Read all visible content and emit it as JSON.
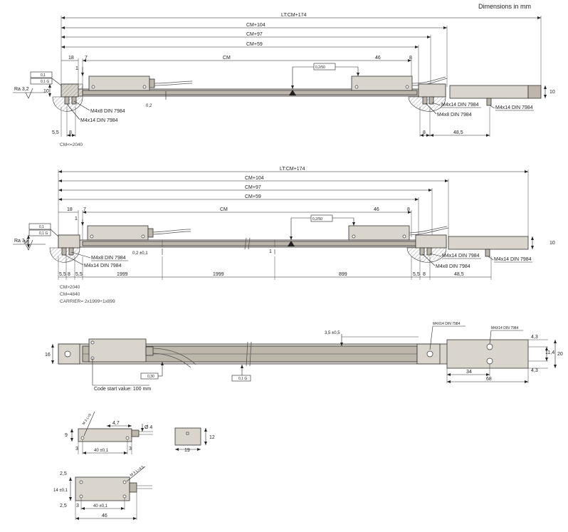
{
  "header": {
    "units_note": "Dimensions in mm"
  },
  "view1": {
    "lt": "LT:CM+174",
    "cm104": "CM+104",
    "cm97": "CM+97",
    "cm59": "CM+59",
    "cm": "CM",
    "d18": "18",
    "d7": "7",
    "d46": "46",
    "d8a": "8",
    "d1": "1",
    "tol_flat": "0,2/50",
    "left_gdt_a": "0,1",
    "left_gdt_b": "0,1 G",
    "ra": "Ra 3,2",
    "h10_left": "10",
    "h10_right": "10",
    "d02": "0,2",
    "screw1": "M4x8 DIN 7984",
    "screw2": "M4x14 DIN 7984",
    "screw3": "M4x14 DIN 7984",
    "screw4": "M4x8 DIN 7984",
    "screw5": "M4x14 DIN 7984",
    "d55": "5,5",
    "d8b": "8",
    "d8c": "8",
    "d485": "48,5",
    "note": "CM<=2040"
  },
  "view2": {
    "lt": "LT:CM+174",
    "cm104": "CM+104",
    "cm97": "CM+97",
    "cm59": "CM+59",
    "cm": "CM",
    "d18": "18",
    "d7": "7",
    "d46": "46",
    "d8a": "8",
    "d1a": "1",
    "d1b": "1",
    "tol_flat": "0,2/50",
    "left_gdt_a": "0,1",
    "left_gdt_b": "0,1 G",
    "ra": "Ra 3,2",
    "h10_left": "10",
    "h10_right": "10",
    "d02": "0,2 ±0,1",
    "screw1": "M4x8 DIN 7984",
    "screw2": "M4x14 DIN 7984",
    "screw3": "M4x14 DIN 7984",
    "screw4": "M4x8 DIN 7984",
    "screw5": "M4x14 DIN 7984",
    "d55a": "5,5",
    "d8b": "8",
    "d55b": "5,5",
    "seg1": "1999",
    "seg2": "1999",
    "seg3": "899",
    "d55c": "5,5",
    "d8c": "8",
    "d485": "48,5",
    "note1": "CM>2040",
    "note2": "CM=4840",
    "note3": "CARRIER= 2x1999+1x899"
  },
  "view3": {
    "h16": "16",
    "d35": "3,5 ±0,5",
    "screw_a": "M4X14 DIN 7984",
    "screw_b": "M4X14 DIN 7984",
    "d43a": "4,3",
    "d114": "11,4",
    "d20": "20",
    "d43b": "4,3",
    "d34": "34",
    "d68": "68",
    "tol_a": "0,30",
    "tol_b": "0,1 G",
    "code_start": "Code start value: 100 mm"
  },
  "view4": {
    "h9": "9",
    "m3": "M 3 L=5",
    "d47": "4,7",
    "dia4": "Ø 4",
    "d3a": "3",
    "d40": "40 ±0,1",
    "d3b": "3",
    "h12": "12",
    "w19": "19"
  },
  "view5": {
    "d25a": "2,5",
    "m3": "M 3 L=4,5",
    "h14": "14 ±0,1",
    "d25b": "2,5",
    "d3": "3",
    "d40": "40 ±0,1",
    "d46": "46"
  }
}
